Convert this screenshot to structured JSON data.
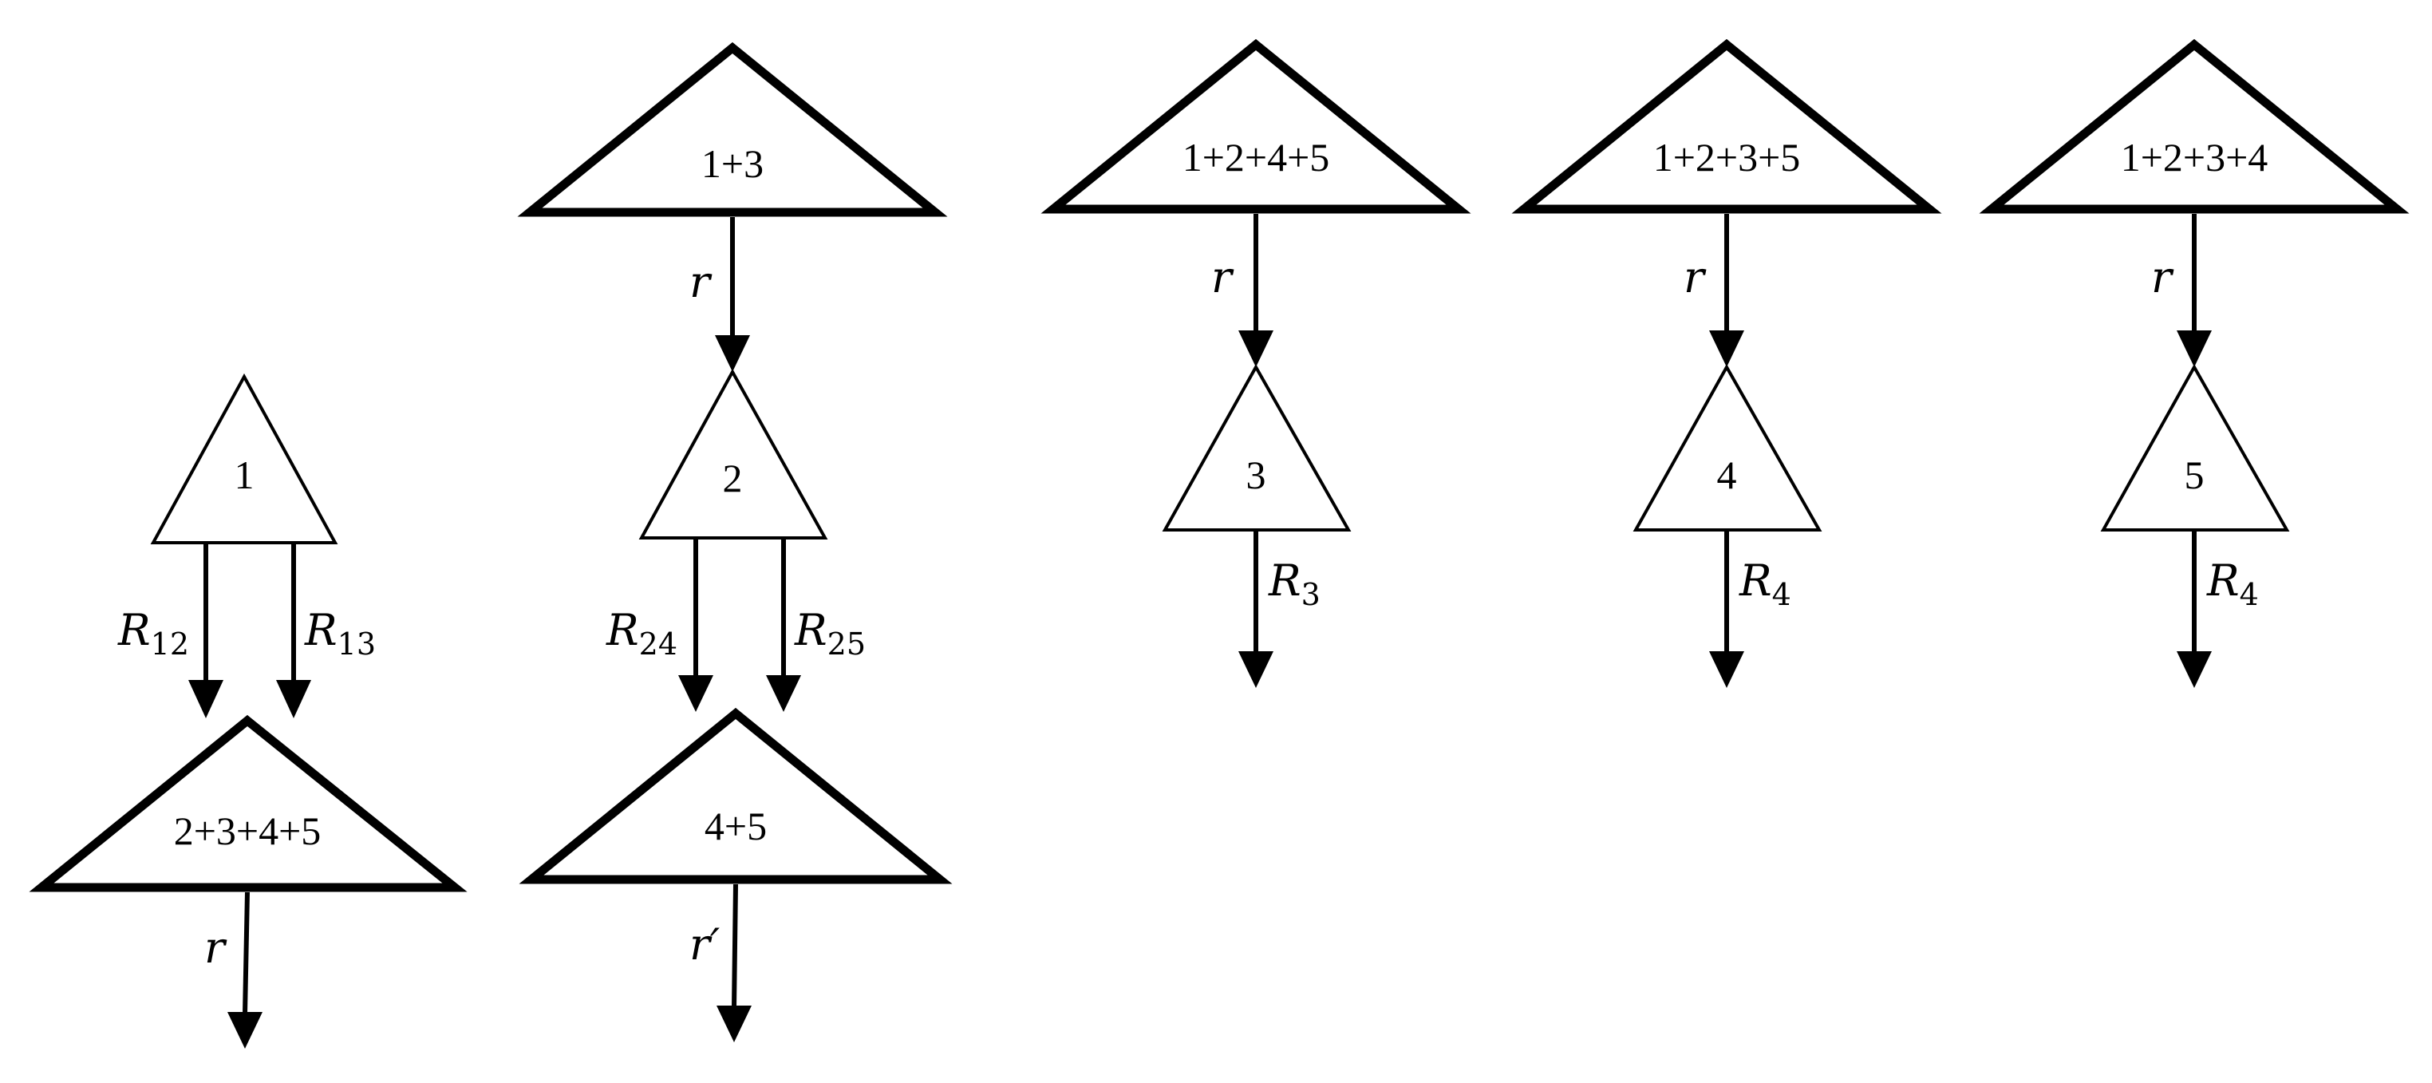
{
  "diagram": {
    "columns": [
      {
        "top_node": {
          "label": "1"
        },
        "edges": [
          {
            "name": "R",
            "sub": "12"
          },
          {
            "name": "R",
            "sub": "13"
          }
        ],
        "bottom_node": {
          "label": "2+3+4+5"
        },
        "out_edge": {
          "name": "r",
          "sub": ""
        }
      },
      {
        "top_node": {
          "label": "1+3"
        },
        "in_edge": {
          "name": "r",
          "sub": ""
        },
        "mid_node": {
          "label": "2"
        },
        "edges": [
          {
            "name": "R",
            "sub": "24"
          },
          {
            "name": "R",
            "sub": "25"
          }
        ],
        "bottom_node": {
          "label": "4+5"
        },
        "out_edge": {
          "name": "r′",
          "sub": ""
        }
      },
      {
        "top_node": {
          "label": "1+2+4+5"
        },
        "in_edge": {
          "name": "r",
          "sub": ""
        },
        "mid_node": {
          "label": "3"
        },
        "out_edge": {
          "name": "R",
          "sub": "3"
        }
      },
      {
        "top_node": {
          "label": "1+2+3+5"
        },
        "in_edge": {
          "name": "r",
          "sub": ""
        },
        "mid_node": {
          "label": "4"
        },
        "out_edge": {
          "name": "R",
          "sub": "4"
        }
      },
      {
        "top_node": {
          "label": "1+2+3+4"
        },
        "in_edge": {
          "name": "r",
          "sub": ""
        },
        "mid_node": {
          "label": "5"
        },
        "out_edge": {
          "name": "R",
          "sub": "4"
        }
      }
    ]
  }
}
